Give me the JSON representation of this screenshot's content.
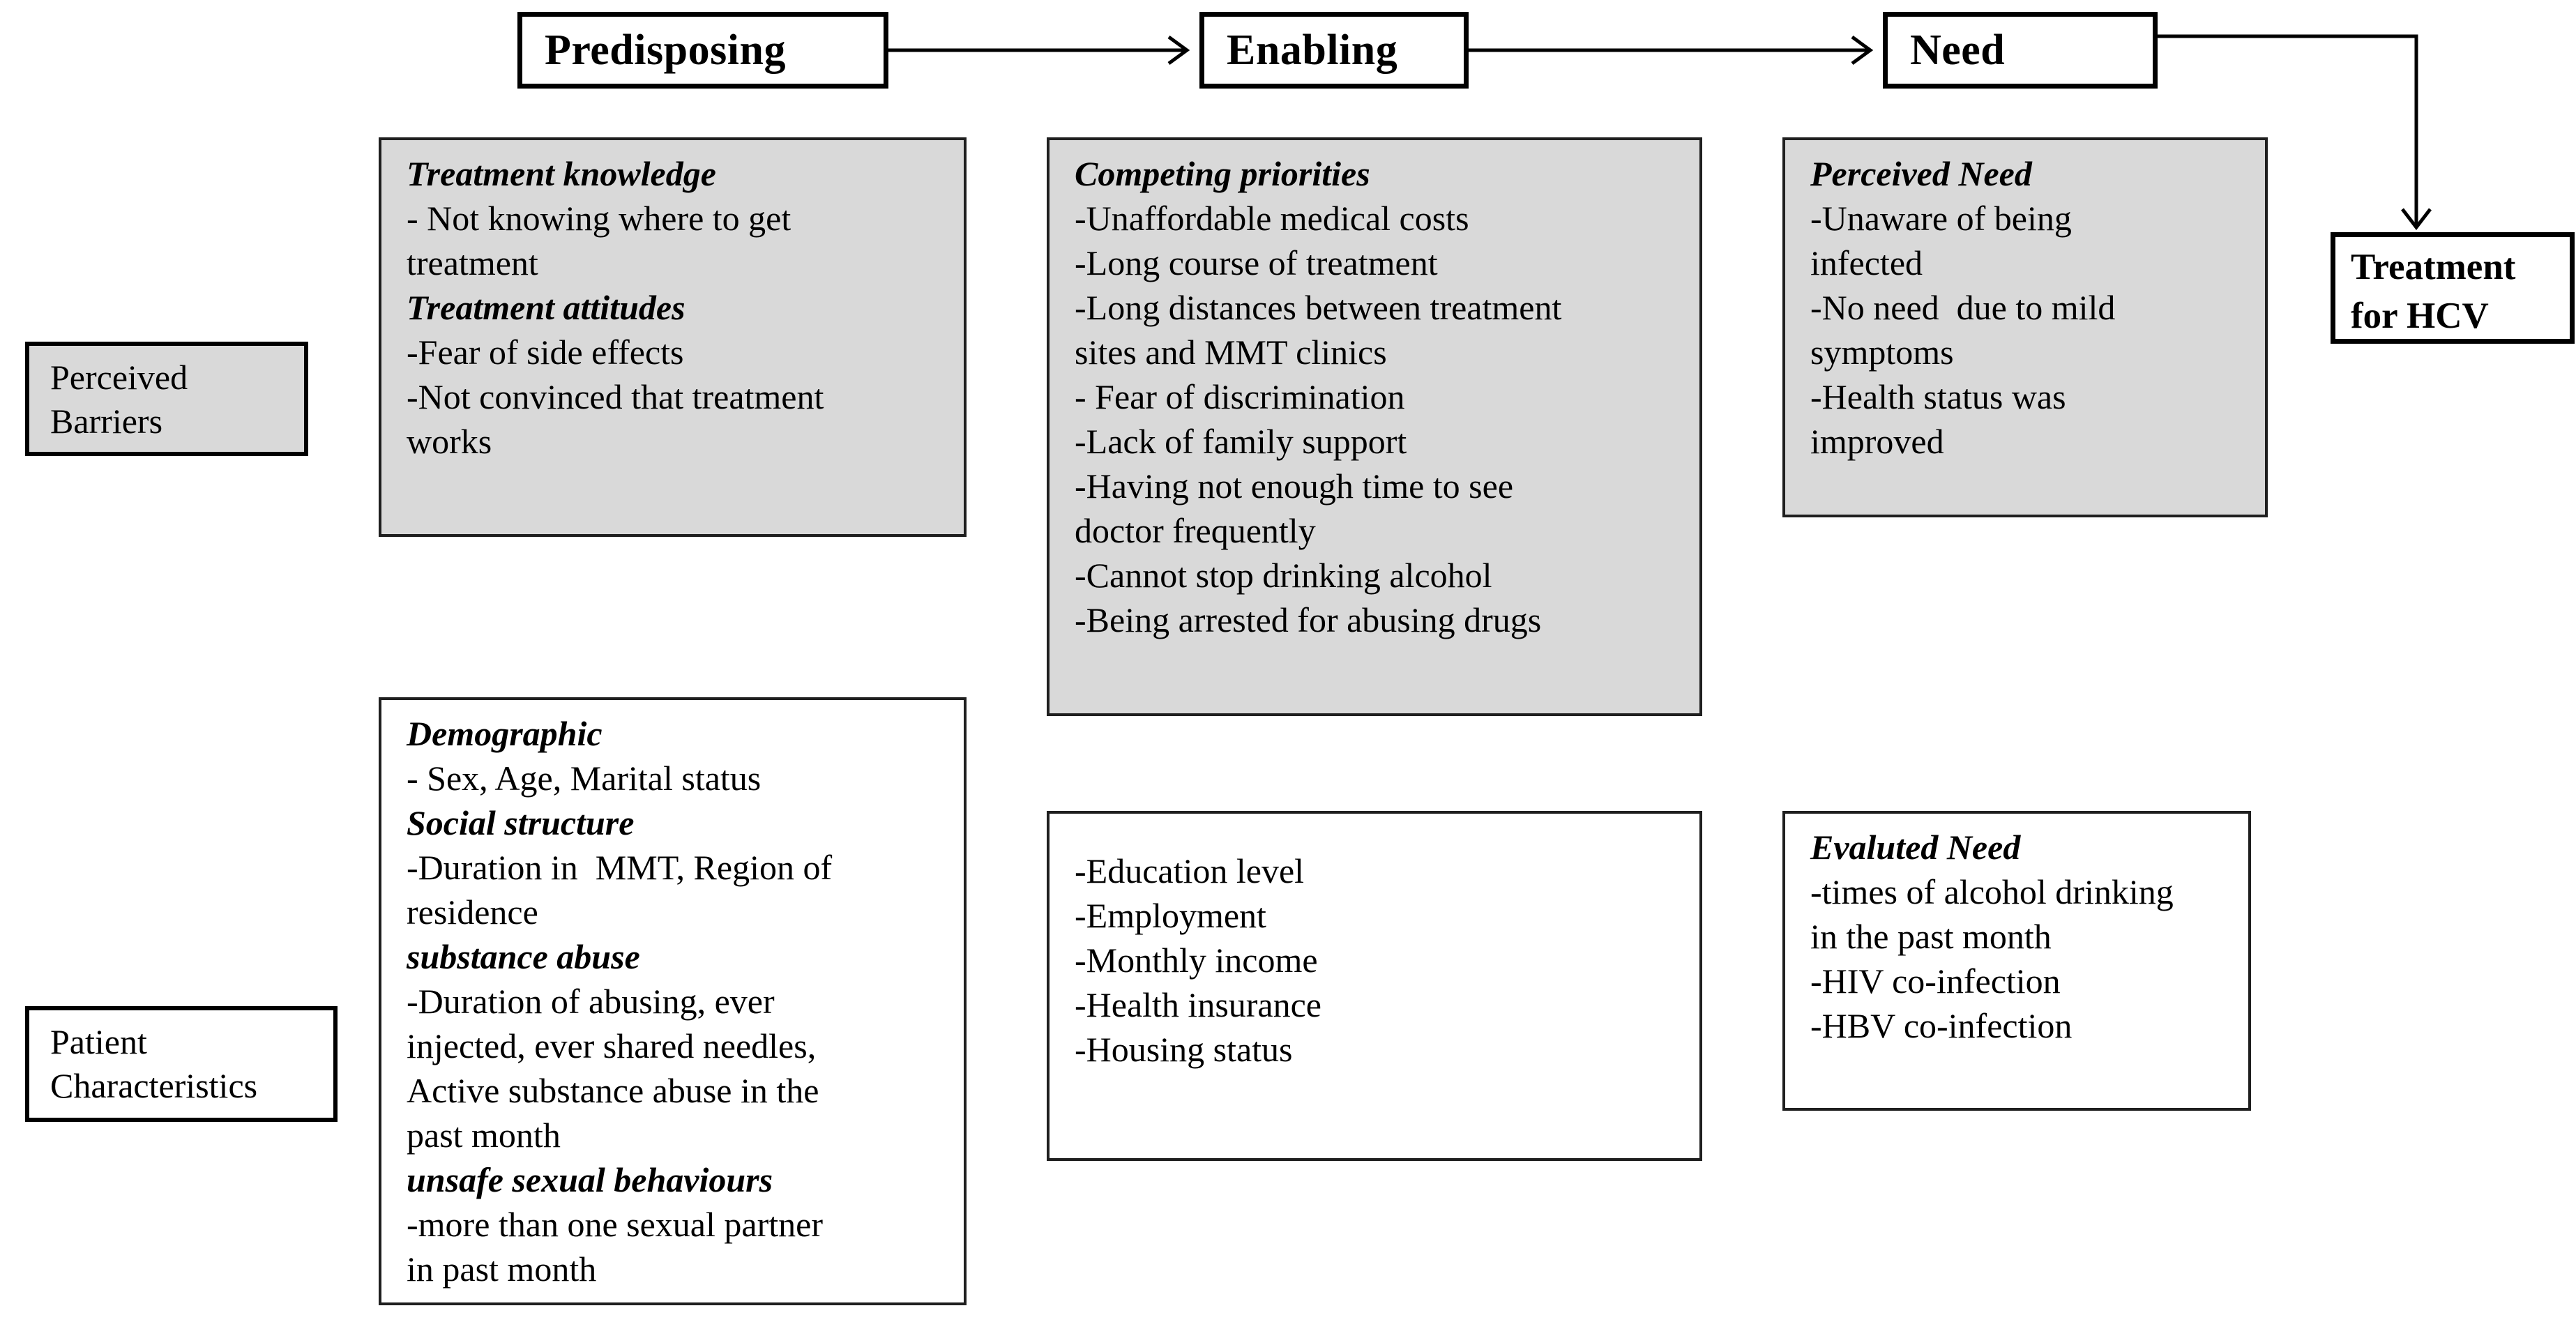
{
  "stages": {
    "predisposing": "Predisposing",
    "enabling": "Enabling",
    "need": "Need"
  },
  "outcome": {
    "lines": [
      {
        "t": "Treatment"
      },
      {
        "t": "for HCV"
      }
    ]
  },
  "row_labels": {
    "perceived_barriers": {
      "lines": [
        {
          "t": "Perceived"
        },
        {
          "t": "Barriers"
        }
      ]
    },
    "patient_characteristics": {
      "lines": [
        {
          "t": "Patient"
        },
        {
          "t": "Characteristics"
        }
      ]
    }
  },
  "boxes": {
    "predisposing_barriers": {
      "lines": [
        {
          "t": "Treatment knowledge",
          "h": true
        },
        {
          "t": "- Not knowing where to get"
        },
        {
          "t": "treatment"
        },
        {
          "t": "Treatment attitudes",
          "h": true
        },
        {
          "t": "-Fear of side effects"
        },
        {
          "t": "-Not convinced that treatment"
        },
        {
          "t": "works"
        }
      ]
    },
    "enabling_barriers": {
      "lines": [
        {
          "t": "Competing priorities",
          "h": true
        },
        {
          "t": "-Unaffordable medical costs"
        },
        {
          "t": "-Long course of treatment"
        },
        {
          "t": "-Long distances between treatment"
        },
        {
          "t": "sites and MMT clinics"
        },
        {
          "t": "- Fear of discrimination"
        },
        {
          "t": "-Lack of family support"
        },
        {
          "t": "-Having not enough time to see"
        },
        {
          "t": "doctor frequently"
        },
        {
          "t": "-Cannot stop drinking alcohol"
        },
        {
          "t": "-Being arrested for abusing drugs"
        }
      ]
    },
    "need_barriers": {
      "lines": [
        {
          "t": "Perceived Need",
          "h": true
        },
        {
          "t": "-Unaware of being"
        },
        {
          "t": "infected"
        },
        {
          "t": "-No need  due to mild"
        },
        {
          "t": "symptoms"
        },
        {
          "t": "-Health status was"
        },
        {
          "t": "improved"
        }
      ]
    },
    "predisposing_characteristics": {
      "lines": [
        {
          "t": "Demographic",
          "h": true
        },
        {
          "t": "- Sex, Age, Marital status"
        },
        {
          "t": "Social structure",
          "h": true
        },
        {
          "t": "-Duration in  MMT, Region of"
        },
        {
          "t": "residence"
        },
        {
          "t": "substance abuse",
          "h": true
        },
        {
          "t": "-Duration of abusing, ever"
        },
        {
          "t": "injected, ever shared needles,"
        },
        {
          "t": "Active substance abuse in the"
        },
        {
          "t": "past month"
        },
        {
          "t": "unsafe sexual behaviours",
          "h": true
        },
        {
          "t": "-more than one sexual partner"
        },
        {
          "t": "in past month"
        }
      ]
    },
    "enabling_characteristics": {
      "lines": [
        {
          "t": "-Education level"
        },
        {
          "t": "-Employment"
        },
        {
          "t": "-Monthly income"
        },
        {
          "t": "-Health insurance"
        },
        {
          "t": "-Housing status"
        }
      ]
    },
    "need_characteristics": {
      "lines": [
        {
          "t": "Evaluted Need",
          "h": true
        },
        {
          "t": "-times of alcohol drinking"
        },
        {
          "t": "in the past month"
        },
        {
          "t": "-HIV co-infection"
        },
        {
          "t": "-HBV co-infection"
        }
      ]
    }
  },
  "colors": {
    "box_fill_gray": "#d9d9d9",
    "box_fill_white": "#ffffff",
    "border": "#000000",
    "connector": "#000000",
    "text": "#000000"
  }
}
